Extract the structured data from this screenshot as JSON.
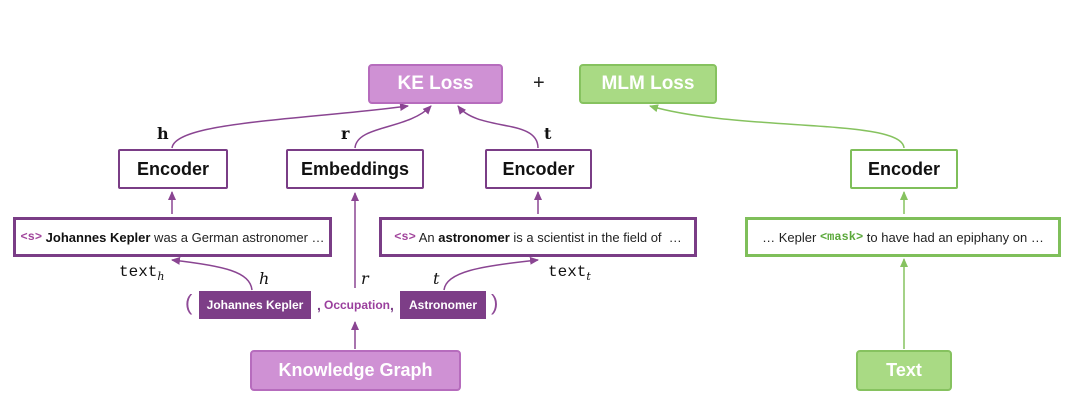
{
  "losses": {
    "ke": "KE Loss",
    "plus": "+",
    "mlm": "MLM Loss"
  },
  "labels": {
    "h_bold": "h",
    "r_bold": "r",
    "t_bold": "t",
    "h_italic": "h",
    "r_italic": "r",
    "t_italic": "t",
    "text_h_base": "text",
    "text_h_sub": "h",
    "text_t_base": "text",
    "text_t_sub": "t"
  },
  "blocks": {
    "encoder_head": "Encoder",
    "embeddings": "Embeddings",
    "encoder_tail": "Encoder",
    "encoder_mlm": "Encoder"
  },
  "sentences": {
    "head": {
      "token": "<s>",
      "bold": "Johannes Kepler",
      "rest": " was a German astronomer …"
    },
    "tail": {
      "token": "<s>",
      "pre": " An ",
      "bold": "astronomer",
      "rest": " is a scientist in the field of  …"
    },
    "mlm": {
      "pre": "… Kepler ",
      "token": "<mask>",
      "rest": " to have had an epiphany on …"
    }
  },
  "triple": {
    "open_paren": "(",
    "head_entity": "Johannes Kepler",
    "comma1": ",",
    "relation": "Occupation",
    "comma2": ",",
    "tail_entity": "Astronomer",
    "close_paren": ")"
  },
  "sources": {
    "kg": "Knowledge Graph",
    "text": "Text"
  },
  "colors": {
    "purple_arrow": "#8a4592",
    "green_arrow": "#86c25f",
    "ke_fill": "#cf91d4",
    "mlm_fill": "#a9da84",
    "entity_fill": "#7d3e87"
  }
}
